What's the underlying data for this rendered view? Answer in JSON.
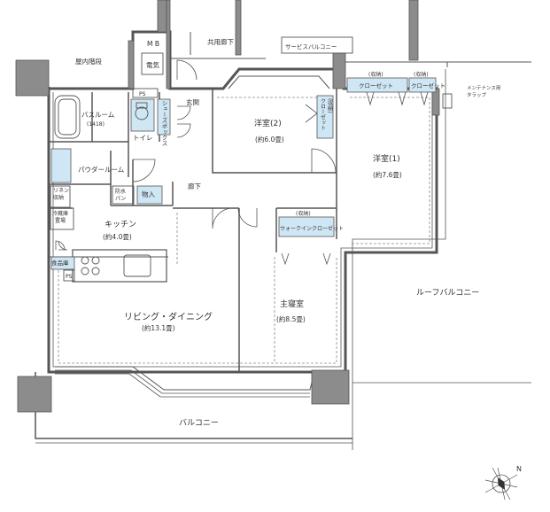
{
  "rooms": {
    "mb": "M B",
    "denki": "電気",
    "kyoyo_roka": "共用廊下",
    "service_balcony": "サービスバルコニー",
    "okunai_kaidan": "屋内階段",
    "ps_top": "PS",
    "bathroom": "バスルーム",
    "bathroom_size": "(1418)",
    "shoes_box": "シューズボックス",
    "toilet": "トイレ",
    "genkan": "玄関",
    "yoshitsu2": "洋室(2)",
    "yoshitsu2_size": "(約6.0畳)",
    "closet_mid_1": "(収納)",
    "closet_mid_2": "クローゼット",
    "storage_a": "(収納)",
    "storage_b": "(収納)",
    "closet_a": "クローゼット",
    "closet_b": "クローゼット",
    "maintenance_1": "メンテナンス用",
    "maintenance_2": "タラップ",
    "yoshitsu1": "洋室(1)",
    "yoshitsu1_size": "(約7.6畳)",
    "powder_room": "パウダールーム",
    "linen_1": "リネン",
    "linen_2": "収納",
    "bosui_1": "防水",
    "bosui_2": "パン",
    "monoire": "物入",
    "roka": "廊下",
    "reizoko_1": "冷蔵庫",
    "reizoko_2": "置場",
    "wic_storage": "(収納)",
    "wic": "ウォークインクローゼット",
    "kitchen": "キッチン",
    "kitchen_size": "(約4.0畳)",
    "shokuhinko": "食品庫",
    "ps_bottom": "PS",
    "roof_balcony": "ルーフバルコニー",
    "living": "リビング・ダイニング",
    "living_size": "(約13.1畳)",
    "master": "主寝室",
    "master_size": "(約8.5畳)",
    "balcony": "バルコニー"
  },
  "colors": {
    "wall": "#5a5a5a",
    "wall_fill": "#8c8c8c",
    "closet_fill": "#cfe6f5",
    "line": "#555555"
  },
  "compass": {
    "north_label": "N"
  }
}
